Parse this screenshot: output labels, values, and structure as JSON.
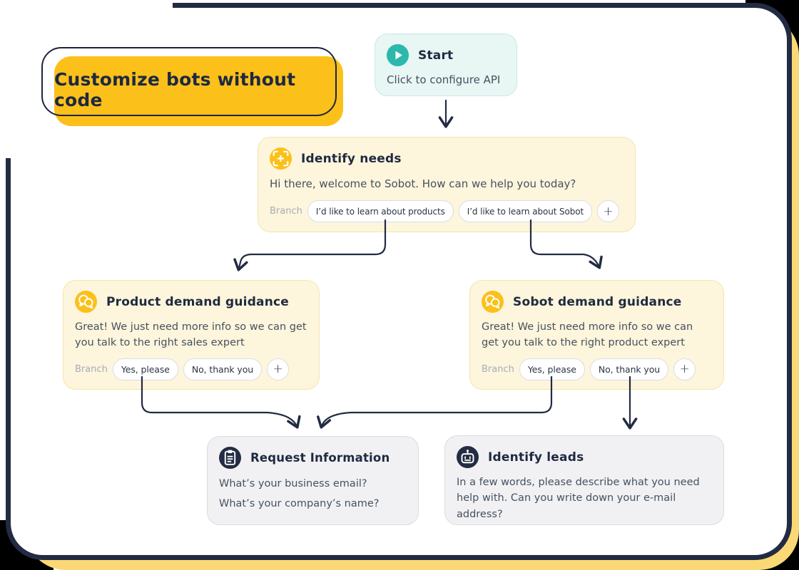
{
  "banner": {
    "label": "Customize bots without code"
  },
  "ui": {
    "branch_label": "Branch",
    "plus_label": "+"
  },
  "nodes": {
    "start": {
      "title": "Start",
      "subtitle": "Click to configure API"
    },
    "identify_needs": {
      "title": "Identify needs",
      "body": "Hi there, welcome to Sobot. How can we help you today?",
      "branches": [
        "I’d like to learn about products",
        "I’d like to learn about Sobot"
      ]
    },
    "product_guidance": {
      "title": "Product demand guidance",
      "body": "Great! We just need more info so we can get you talk to the right sales expert",
      "branches": [
        "Yes, please",
        "No, thank you"
      ]
    },
    "sobot_guidance": {
      "title": "Sobot demand guidance",
      "body": "Great! We just need more info so we can get you talk to the right product expert",
      "branches": [
        "Yes, please",
        "No, thank you"
      ]
    },
    "request_information": {
      "title": "Request Information",
      "lines": [
        "What’s your business email?",
        "What’s your company’s name?"
      ]
    },
    "identify_leads": {
      "title": "Identify leads",
      "body": "In a few words, please describe what you need help with. Can you write down your e-mail address?"
    }
  },
  "colors": {
    "accent_yellow": "#fcc01a",
    "frame_navy": "#222b42",
    "teal": "#2bb8ad",
    "cream_bg": "#fdf5dc",
    "shadow_yellow": "#fbd876",
    "gray_bg": "#f1f1f4"
  }
}
